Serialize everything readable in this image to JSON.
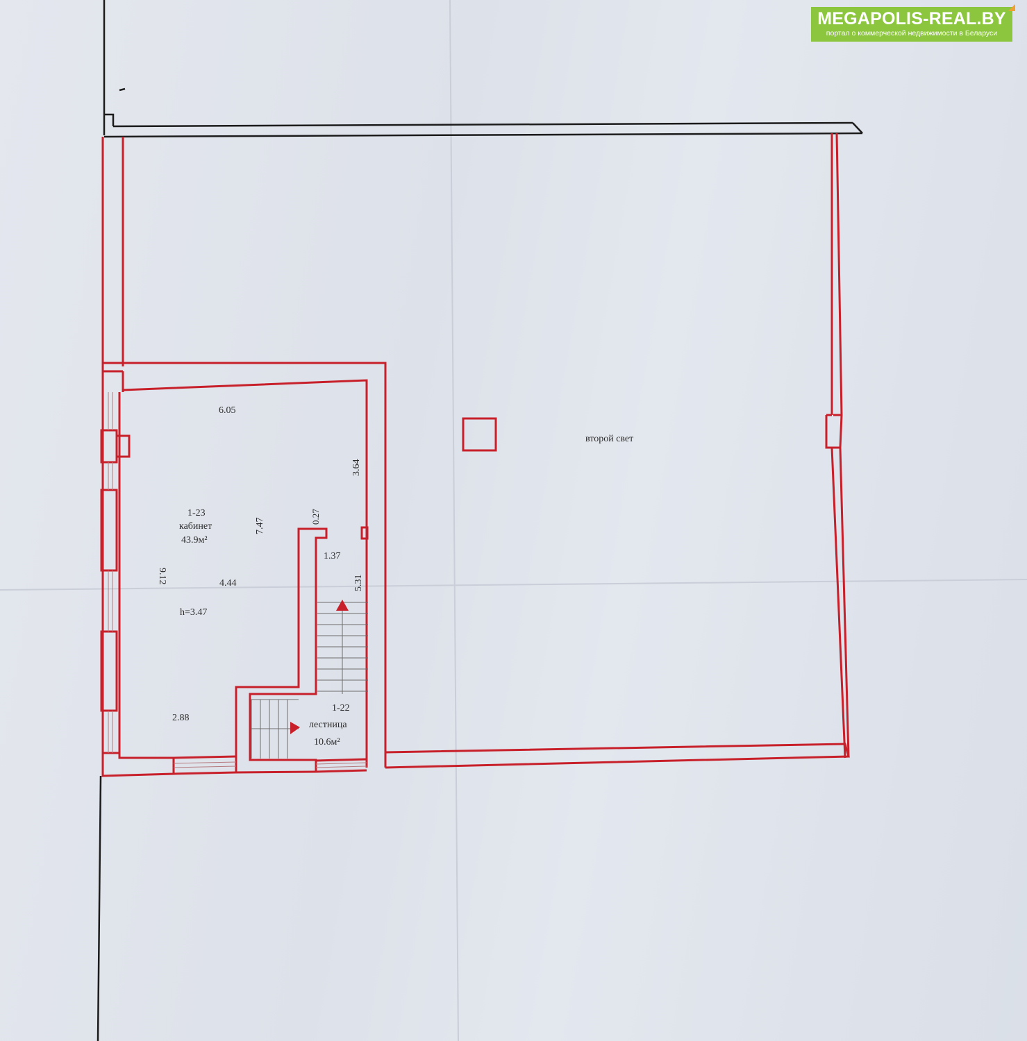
{
  "watermark": {
    "title": "MEGAPOLIS-REAL.BY",
    "subtitle": "портал о коммерческой недвижимости в Беларуси"
  },
  "rooms": {
    "office": {
      "number": "1-23",
      "name": "кабинет",
      "area": "43.9м²",
      "height": "h=3.47"
    },
    "stairs": {
      "number": "1-22",
      "name": "лестница",
      "area": "10.6м²"
    },
    "void": {
      "name": "второй свет"
    }
  },
  "dimensions": {
    "d605": "6.05",
    "d364": "3.64",
    "d747": "7.47",
    "d027": "0.27",
    "d137": "1.37",
    "d912": "9.12",
    "d444": "4.44",
    "d531": "5.31",
    "d288": "2.88"
  },
  "colors": {
    "wall": "#c8202a",
    "existing": "#1c1c1c",
    "brand": "#8cc63f"
  }
}
